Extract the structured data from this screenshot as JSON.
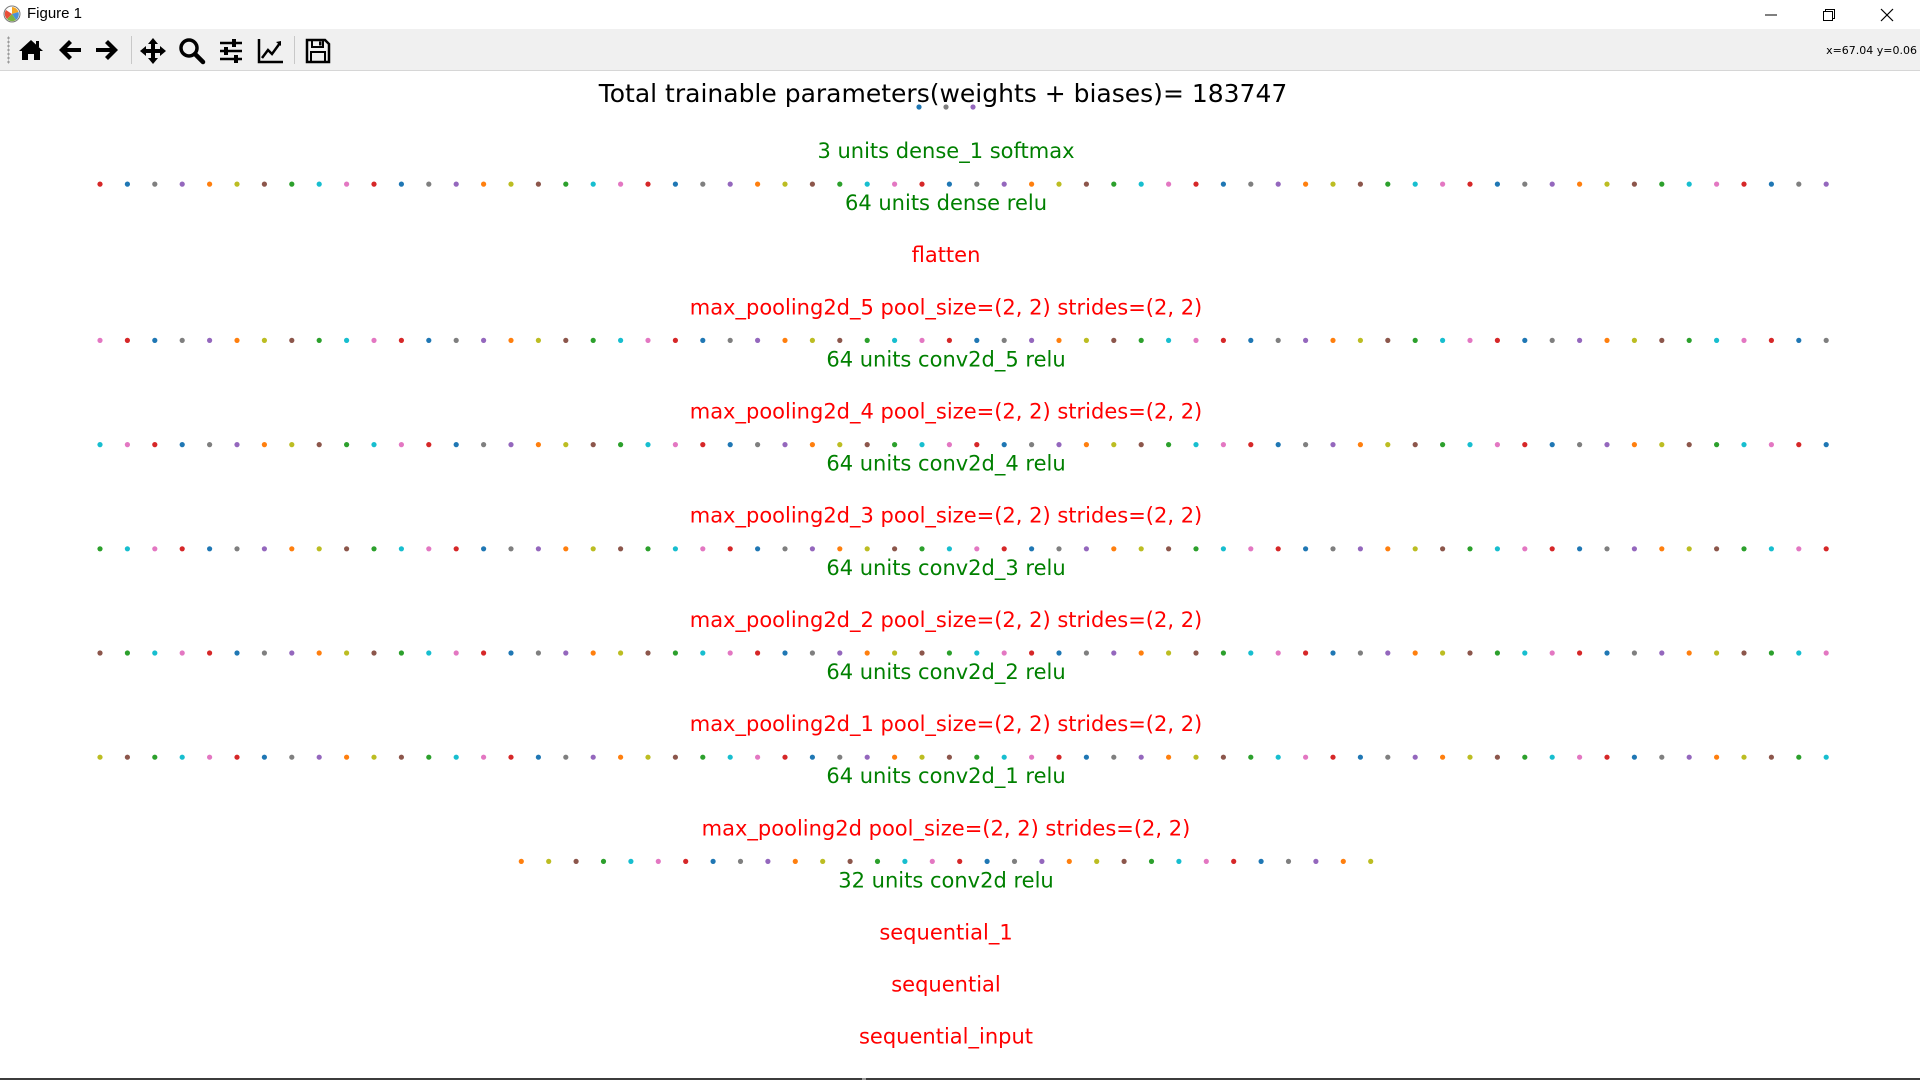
{
  "window": {
    "title": "Figure 1",
    "controls": [
      "minimize-icon",
      "restore-icon",
      "close-icon"
    ]
  },
  "toolbar": {
    "buttons": [
      {
        "name": "home-icon",
        "tooltip": "Reset original view"
      },
      {
        "name": "back-icon",
        "tooltip": "Back"
      },
      {
        "name": "forward-icon",
        "tooltip": "Forward"
      },
      {
        "name": "pan-icon",
        "tooltip": "Pan"
      },
      {
        "name": "zoom-icon",
        "tooltip": "Zoom"
      },
      {
        "name": "subplots-icon",
        "tooltip": "Configure subplots"
      },
      {
        "name": "edit-axis-icon",
        "tooltip": "Edit axis"
      },
      {
        "name": "save-icon",
        "tooltip": "Save"
      }
    ],
    "coords_text": "x=67.04 y=0.06"
  },
  "figure": {
    "title": "Total trainable parameters(weights + biases)= 183747",
    "green_color": "#008000",
    "red_color": "#ff0000",
    "dot_palette": [
      "#1f77b4",
      "#ff7f0e",
      "#2ca02c",
      "#d62728",
      "#9467bd",
      "#8c564b",
      "#e377c2",
      "#7f7f7f",
      "#bcbd22",
      "#17becf"
    ],
    "labels": [
      {
        "text": "3 units  dense_1  softmax",
        "color": "green"
      },
      {
        "text": "64 units  dense  relu",
        "color": "green"
      },
      {
        "text": "flatten",
        "color": "red"
      },
      {
        "text": "max_pooling2d_5 pool_size=(2, 2) strides=(2, 2)",
        "color": "red"
      },
      {
        "text": "64 units  conv2d_5  relu",
        "color": "green"
      },
      {
        "text": "max_pooling2d_4 pool_size=(2, 2) strides=(2, 2)",
        "color": "red"
      },
      {
        "text": "64 units  conv2d_4  relu",
        "color": "green"
      },
      {
        "text": "max_pooling2d_3 pool_size=(2, 2) strides=(2, 2)",
        "color": "red"
      },
      {
        "text": "64 units  conv2d_3  relu",
        "color": "green"
      },
      {
        "text": "max_pooling2d_2 pool_size=(2, 2) strides=(2, 2)",
        "color": "red"
      },
      {
        "text": "64 units  conv2d_2  relu",
        "color": "green"
      },
      {
        "text": "max_pooling2d_1 pool_size=(2, 2) strides=(2, 2)",
        "color": "red"
      },
      {
        "text": "64 units  conv2d_1  relu",
        "color": "green"
      },
      {
        "text": "max_pooling2d pool_size=(2, 2) strides=(2, 2)",
        "color": "red"
      },
      {
        "text": "32 units  conv2d  relu",
        "color": "green"
      },
      {
        "text": "sequential_1",
        "color": "red"
      },
      {
        "text": "sequential",
        "color": "red"
      },
      {
        "text": "sequential_input",
        "color": "red"
      }
    ],
    "unit_rows": [
      {
        "layer": "dense_1",
        "units": 3
      },
      {
        "layer": "dense",
        "units": 64
      },
      {
        "layer": "conv2d_5",
        "units": 64
      },
      {
        "layer": "conv2d_4",
        "units": 64
      },
      {
        "layer": "conv2d_3",
        "units": 64
      },
      {
        "layer": "conv2d_2",
        "units": 64
      },
      {
        "layer": "conv2d_1",
        "units": 64
      },
      {
        "layer": "conv2d",
        "units": 32
      }
    ]
  }
}
